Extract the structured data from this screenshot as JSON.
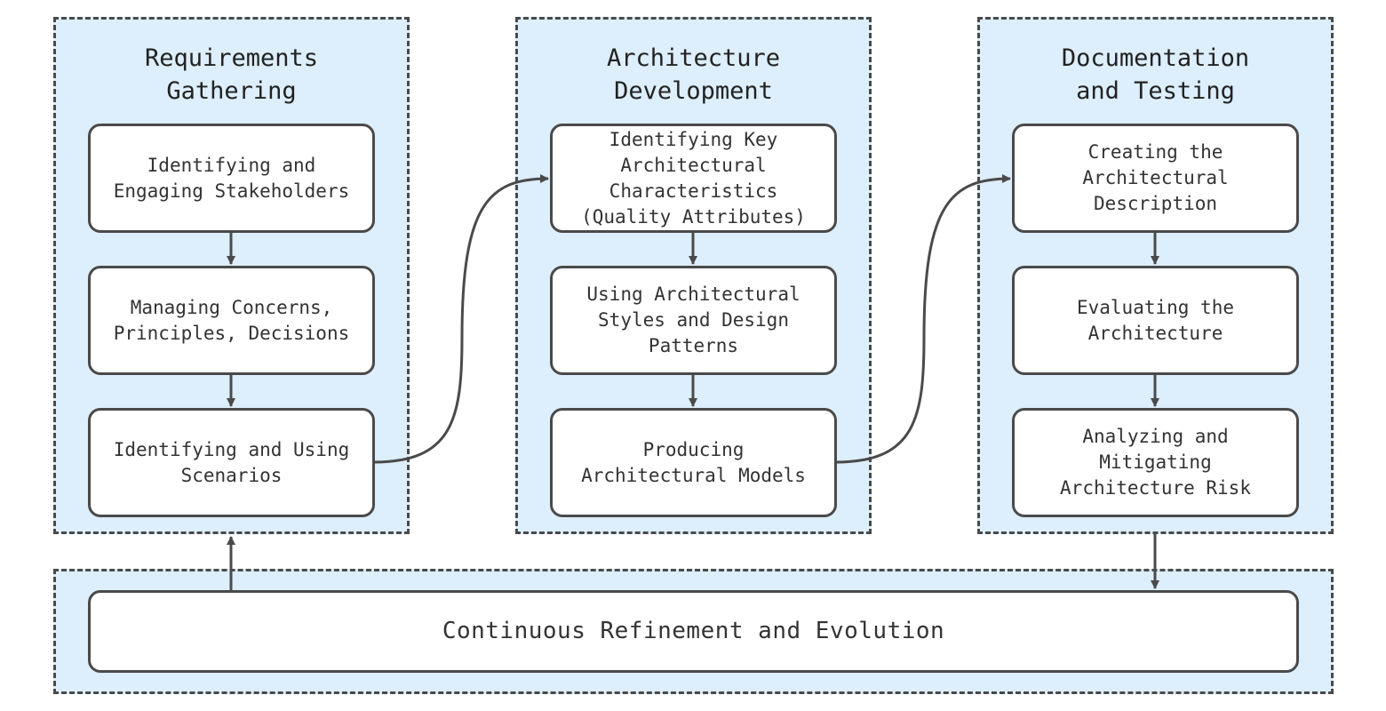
{
  "groups": {
    "requirements": {
      "title": "Requirements\nGathering"
    },
    "architecture": {
      "title": "Architecture\nDevelopment"
    },
    "documentation": {
      "title": "Documentation\nand Testing"
    }
  },
  "nodes": {
    "stakeholders": "Identifying and\nEngaging Stakeholders",
    "concerns": "Managing Concerns,\nPrinciples, Decisions",
    "scenarios": "Identifying and Using\nScenarios",
    "characteristics": "Identifying Key\nArchitectural\nCharacteristics\n(Quality Attributes)",
    "styles": "Using Architectural\nStyles and Design\nPatterns",
    "models": "Producing\nArchitectural Models",
    "description": "Creating the\nArchitectural\nDescription",
    "evaluating": "Evaluating the\nArchitecture",
    "risk": "Analyzing and\nMitigating\nArchitecture Risk",
    "refinement": "Continuous Refinement and Evolution"
  },
  "edges": [
    {
      "from": "stakeholders",
      "to": "concerns"
    },
    {
      "from": "concerns",
      "to": "scenarios"
    },
    {
      "from": "scenarios",
      "to": "characteristics"
    },
    {
      "from": "characteristics",
      "to": "styles"
    },
    {
      "from": "styles",
      "to": "models"
    },
    {
      "from": "models",
      "to": "description"
    },
    {
      "from": "description",
      "to": "evaluating"
    },
    {
      "from": "evaluating",
      "to": "risk"
    },
    {
      "from": "documentation",
      "to": "refinement"
    },
    {
      "from": "refinement",
      "to": "requirements"
    }
  ],
  "colors": {
    "group_fill": "#ddeefc",
    "stroke": "#4a4a4a",
    "node_fill": "#ffffff"
  }
}
